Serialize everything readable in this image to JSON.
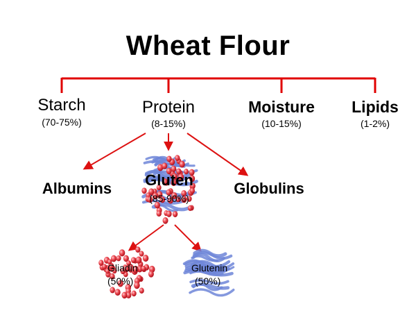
{
  "title": "Wheat Flour",
  "level1": [
    {
      "name": "Starch",
      "pct": "(70-75%)"
    },
    {
      "name": "Protein",
      "pct": "(8-15%)"
    },
    {
      "name": "Moisture",
      "pct": "(10-15%)"
    },
    {
      "name": "Lipids",
      "pct": "(1-2%)"
    }
  ],
  "level2": [
    {
      "name": "Albumins"
    },
    {
      "name": "Gluten",
      "pct": "(85-90%)"
    },
    {
      "name": "Globulins"
    }
  ],
  "level3": [
    {
      "name": "Gliadin",
      "pct": "(50%)"
    },
    {
      "name": "Glutenin",
      "pct": "(50%)"
    }
  ],
  "colors": {
    "connector": "#e00000",
    "arrow": "#dd1111",
    "gliadin_bead": "#e8343c",
    "glutenin_strand": "#6f86d8"
  },
  "icons": [
    "gluten-cluster-icon",
    "gliadin-bead-cluster-icon",
    "glutenin-strand-cluster-icon"
  ]
}
